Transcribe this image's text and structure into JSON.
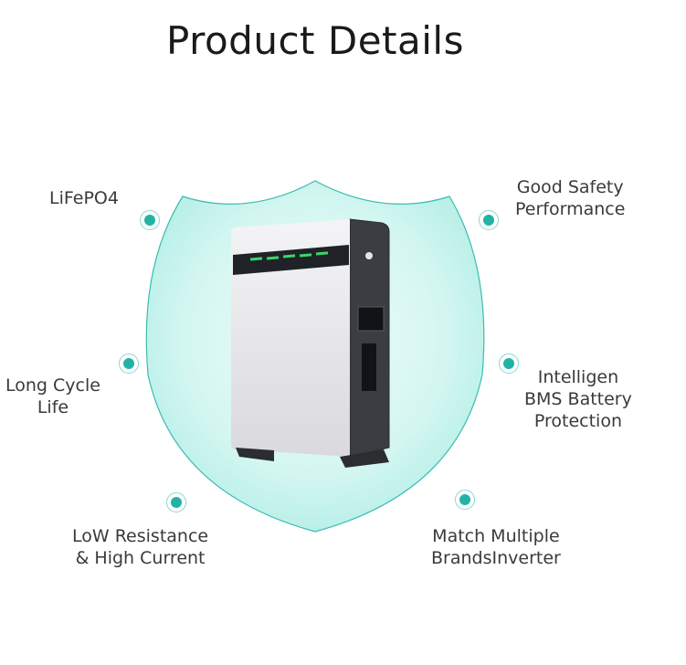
{
  "page": {
    "title": "Product Details"
  },
  "colors": {
    "accent": "#23b3a6",
    "shield_fill": "#c8f3ee",
    "shield_border": "#3bbcb0",
    "led": "#39d86a"
  },
  "features": {
    "top_left": {
      "lines": [
        "LiFePO4"
      ],
      "icon": "bullet-dot-icon"
    },
    "top_right": {
      "lines": [
        "Good Safety",
        "Performance"
      ],
      "icon": "bullet-dot-icon"
    },
    "mid_left": {
      "lines": [
        "Long Cycle",
        "Life"
      ],
      "icon": "bullet-dot-icon"
    },
    "mid_right": {
      "lines": [
        "Intelligen",
        "BMS Battery",
        "Protection"
      ],
      "icon": "bullet-dot-icon"
    },
    "bottom_left": {
      "lines": [
        "LoW Resistance",
        "& High Current"
      ],
      "icon": "bullet-dot-icon"
    },
    "bottom_right": {
      "lines": [
        "Match Multiple",
        "BrandsInverter"
      ],
      "icon": "bullet-dot-icon"
    }
  }
}
